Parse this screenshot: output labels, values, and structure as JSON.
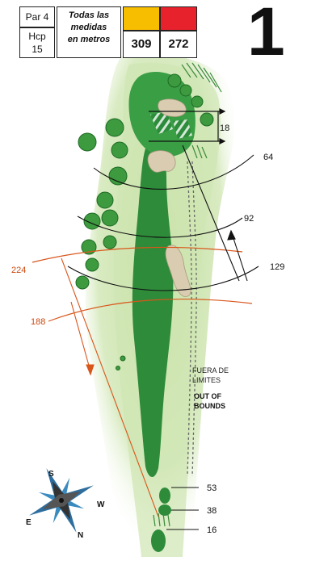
{
  "hole": {
    "number": "1",
    "par_label": "Par 4",
    "hcp_label": "Hcp",
    "hcp_value": "15",
    "measurement_note": [
      "Todas las",
      "medidas",
      "en metros"
    ]
  },
  "tees": [
    {
      "color": "#f7be00",
      "distance": "309"
    },
    {
      "color": "#e8222c",
      "distance": "272"
    }
  ],
  "map_labels": {
    "green_depth": "18",
    "carry_64": "64",
    "carry_92": "92",
    "carry_129": "129",
    "red_224": "224",
    "red_188": "188",
    "out_of_bounds_es_1": "FUERA DE",
    "out_of_bounds_es_2": "LIMITES",
    "out_of_bounds_en_1": "OUT OF",
    "out_of_bounds_en_2": "BOUNDS",
    "tee_53": "53",
    "tee_38": "38",
    "tee_16": "16"
  },
  "compass": {
    "n": "N",
    "s": "S",
    "e": "E",
    "w": "W"
  },
  "colors": {
    "fairway": "#2e8b3a",
    "rough": "#c9e3a8",
    "tree": "#3d9a3e",
    "bunker": "#d9ccb0",
    "distance_line": "#111111",
    "red_line": "#d9561a"
  }
}
